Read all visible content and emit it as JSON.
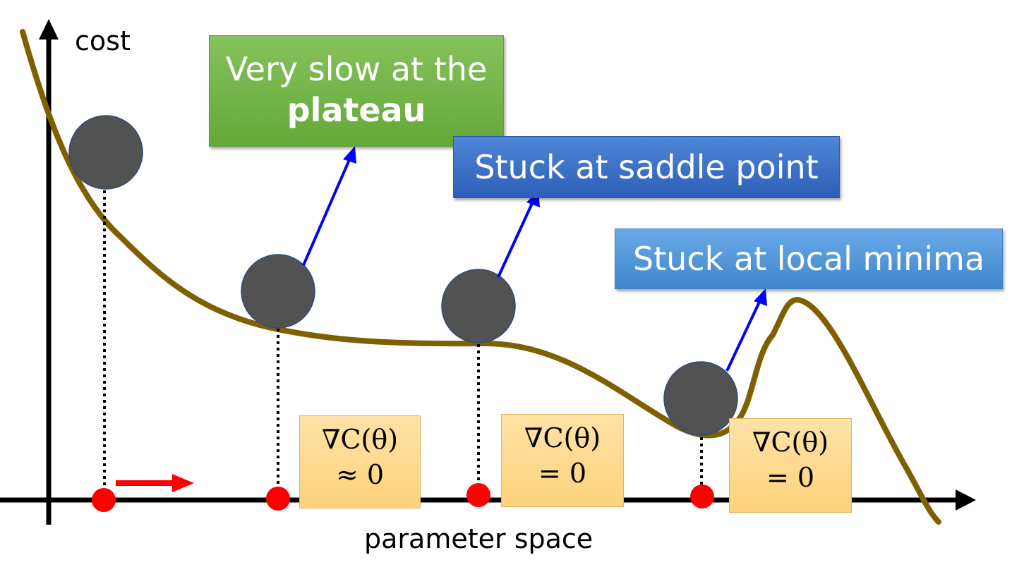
{
  "axes": {
    "y_label": "cost",
    "x_label": "parameter space"
  },
  "callouts": {
    "plateau": {
      "line1": "Very slow at the",
      "line2": "plateau"
    },
    "saddle": "Stuck at saddle point",
    "local_min": "Stuck at local minima"
  },
  "gradient_boxes": [
    {
      "line1": "∇C(θ)",
      "line2": "≈ 0"
    },
    {
      "line1": "∇C(θ)",
      "line2": "= 0"
    },
    {
      "line1": "∇C(θ)",
      "line2": "= 0"
    }
  ],
  "colors": {
    "curve": "#7f6000",
    "ball": "#525252",
    "ball_outline": "#2f4a7a",
    "marker": "#ff0000",
    "arrow": "#0000ff",
    "axis": "#000000"
  }
}
